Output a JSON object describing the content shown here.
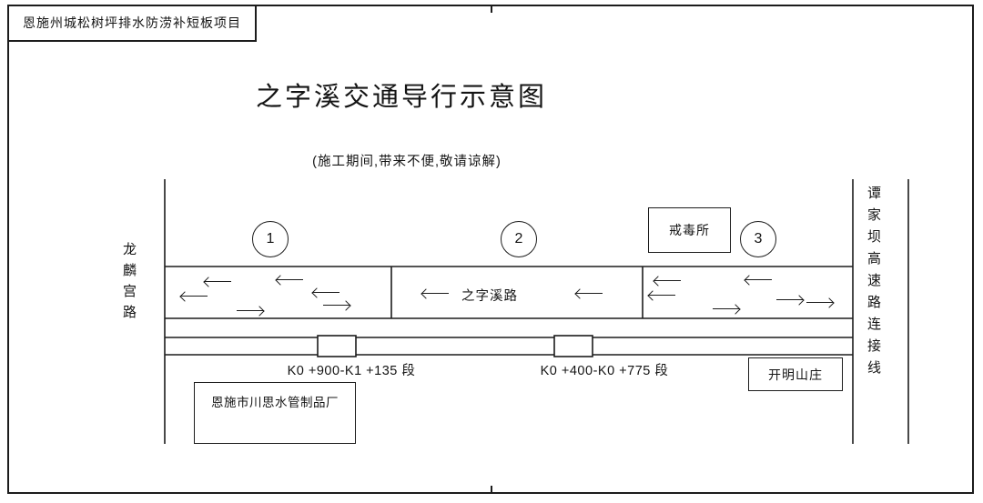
{
  "page": {
    "project_title": "恩施州城松树坪排水防涝补短板项目",
    "title": "之字溪交通导行示意图",
    "subtitle": "(施工期间,带来不便,敬请谅解)"
  },
  "diagram": {
    "left_road": "龙麟宫路",
    "right_road": "谭家坝高速路连接线",
    "main_road": "之字溪路",
    "zones": [
      {
        "label": "1"
      },
      {
        "label": "2"
      },
      {
        "label": "3"
      }
    ],
    "buildings": {
      "detox_center": "戒毒所",
      "kaiming_villa": "开明山庄",
      "factory": "恩施市川思水管制品厂"
    },
    "segments": [
      {
        "label": "K0 +900-K1 +135 段"
      },
      {
        "label": "K0 +400-K0 +775 段"
      }
    ]
  }
}
